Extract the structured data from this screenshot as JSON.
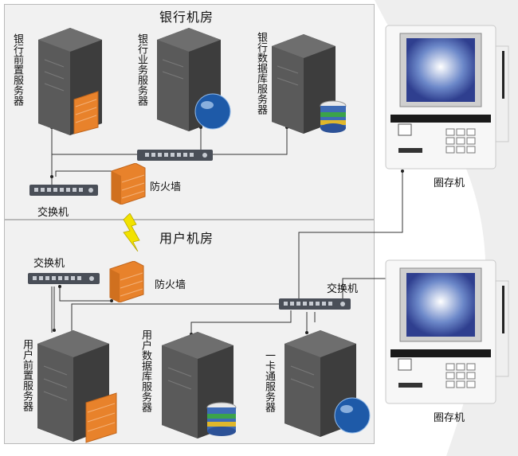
{
  "bank_room": {
    "title": "银行机房",
    "front_server": "银行前置服务器",
    "business_server": "银行业务服务器",
    "db_server": "银行数据库服务器",
    "switch": "交换机",
    "firewall": "防火墙"
  },
  "user_room": {
    "title": "用户机房",
    "switch_left": "交换机",
    "firewall": "防火墙",
    "switch_right": "交换机",
    "front_server": "用户前置服务器",
    "db_server": "用户数据库服务器",
    "card_server": "一卡通服务器"
  },
  "terminals": {
    "top_label": "圈存机",
    "bottom_label": "圈存机"
  },
  "icons": [
    "server-tower",
    "firewall-icon",
    "globe-icon",
    "database-icon",
    "switch-icon",
    "lightning-icon",
    "kiosk-terminal"
  ],
  "colors": {
    "firewall": "#e8822b",
    "server": "#4a4a4a",
    "kiosk_screen": "#2f3f8f",
    "lightning": "#f2e200"
  }
}
